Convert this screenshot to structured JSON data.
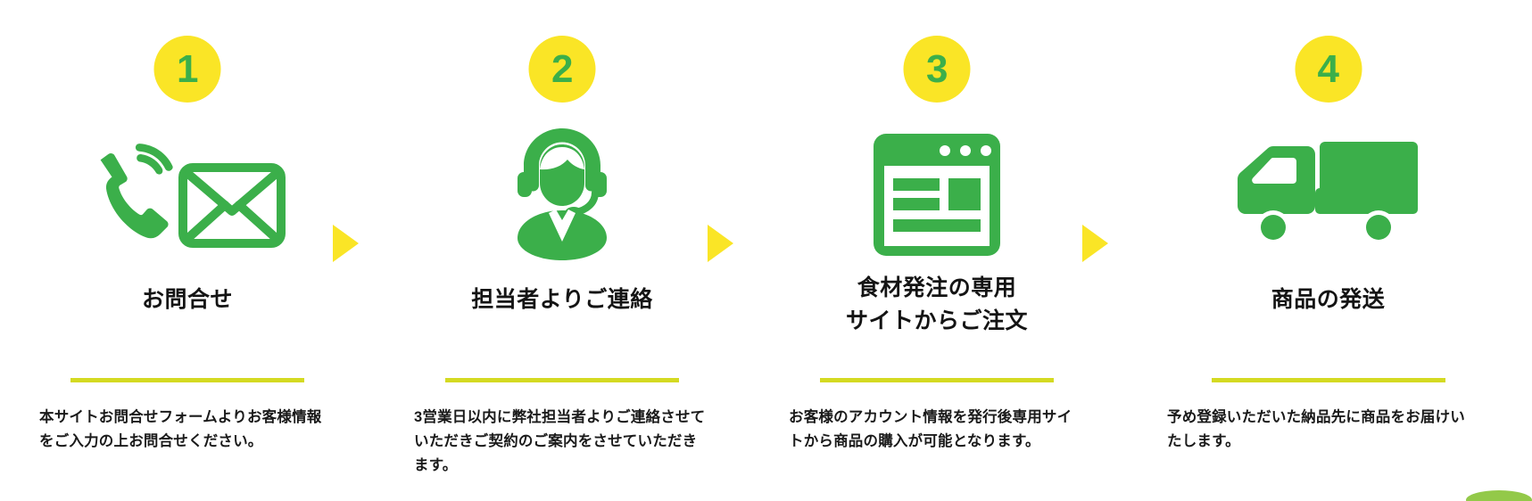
{
  "theme": {
    "circle_yellow": "#FAE526",
    "icon_green": "#3BAF4A",
    "rule_olive": "#D4DA22",
    "text_black": "#141414",
    "background": "#FFFFFF",
    "corner_green": "#8DC63F"
  },
  "steps": [
    {
      "number": "1",
      "icon": "phone-and-envelope-icon",
      "title": "お問合せ",
      "description": "本サイトお問合せフォームよりお客様情報をご入力の上お問合せください。",
      "arrow": "triangle-right-icon"
    },
    {
      "number": "2",
      "icon": "headset-operator-icon",
      "title": "担当者よりご連絡",
      "description": "3営業日以内に弊社担当者よりご連絡させていただきご契約のご案内をさせていただきます。",
      "arrow": "triangle-right-icon"
    },
    {
      "number": "3",
      "icon": "browser-window-icon",
      "title": "食材発注の専用\nサイトからご注文",
      "description": "お客様のアカウント情報を発行後専用サイトから商品の購入が可能となります。",
      "arrow": "triangle-right-icon"
    },
    {
      "number": "4",
      "icon": "delivery-truck-icon",
      "title": "商品の発送",
      "description": "予め登録いただいた納品先に商品をお届けいたします。",
      "arrow": ""
    }
  ]
}
